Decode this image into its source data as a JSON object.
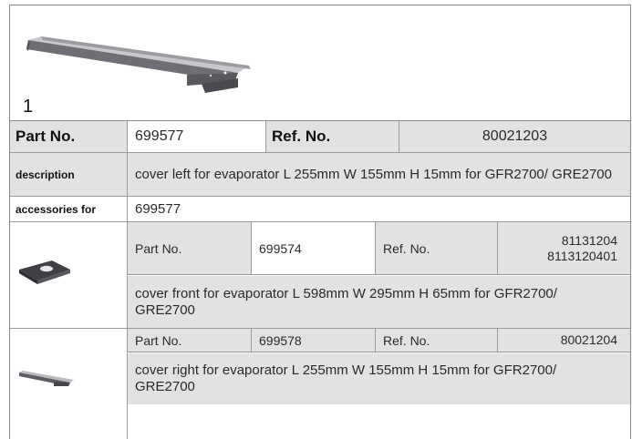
{
  "main_part": {
    "figure_number": "1",
    "part_no_label": "Part No.",
    "part_no": "699577",
    "ref_no_label": "Ref. No.",
    "ref_no": "80021203",
    "description_label": "description",
    "description": "cover  left for evaporator L 255mm W 155mm H 15mm for GFR2700/ GRE2700",
    "accessories_label": "accessories for",
    "accessories_value": "699577"
  },
  "accessories": [
    {
      "part_no_label": "Part No.",
      "part_no": "699574",
      "ref_no_label": "Ref. No.",
      "ref_no_lines": [
        "81131204",
        "8113120401"
      ],
      "description": "cover  front for evaporator L 598mm W 295mm H 65mm for GFR2700/ GRE2700",
      "thumbnail_icon": "evaporator-front-cover-image"
    },
    {
      "part_no_label": "Part No.",
      "part_no": "699578",
      "ref_no_label": "Ref. No.",
      "ref_no_lines": [
        "80021204"
      ],
      "description": "cover  right for evaporator L 255mm W 155mm H 15mm for GFR2700/ GRE2700",
      "thumbnail_icon": "evaporator-right-cover-image"
    }
  ],
  "colors": {
    "grey_cell": "#e2e2e2",
    "grid": "#9a9a9a"
  }
}
